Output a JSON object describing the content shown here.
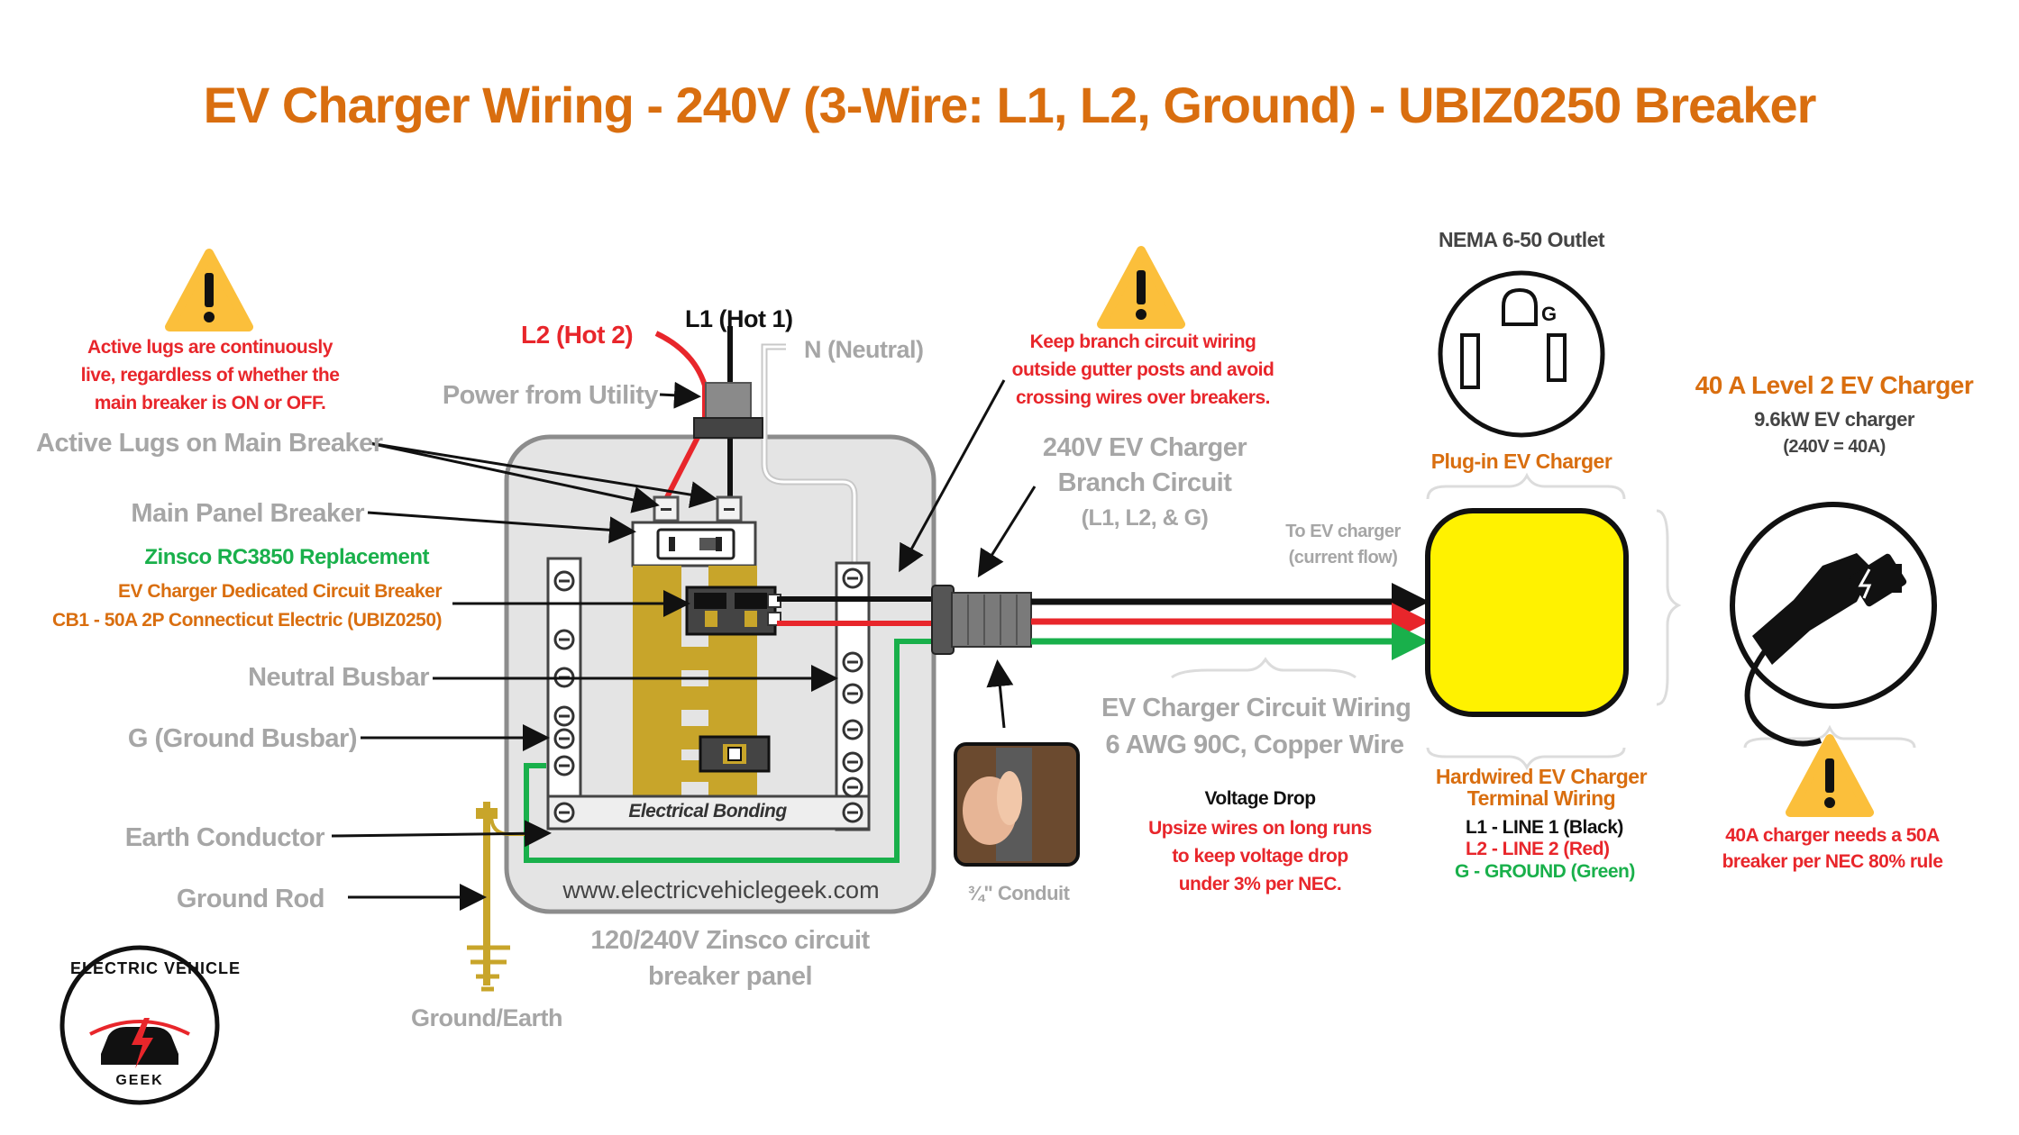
{
  "title": "EV Charger Wiring - 240V (3-Wire: L1, L2, Ground) - UBIZ0250 Breaker",
  "colors": {
    "title": "#d96e0f",
    "hot1": "#111111",
    "hot2": "#e8262b",
    "ground": "#19b04b",
    "neutral": "#c8c8c8",
    "busbar_gold": "#c8a52a",
    "charger_box": "#fff200",
    "panel_fill": "#e4e4e4"
  },
  "warnings": {
    "lugs": {
      "icon": "warning-icon",
      "lines": [
        "Active lugs are continuously",
        "live, regardless of whether the",
        "main breaker is ON or OFF."
      ]
    },
    "branch": {
      "icon": "warning-icon",
      "lines": [
        "Keep branch circuit wiring",
        "outside gutter posts and avoid",
        "crossing wires over breakers."
      ]
    },
    "breaker": {
      "icon": "warning-icon",
      "lines": [
        "40A charger needs a 50A",
        "breaker per NEC 80% rule"
      ]
    }
  },
  "service": {
    "l1": "L1 (Hot 1)",
    "l2": "L2 (Hot 2)",
    "neutral": "N (Neutral)",
    "power_from_utility": "Power from Utility"
  },
  "panel_labels": {
    "active_lugs": "Active Lugs on Main Breaker",
    "main_breaker": "Main Panel Breaker",
    "zinsco": "Zinsco RC3850 Replacement",
    "dedicated_1": "EV Charger Dedicated Circuit Breaker",
    "dedicated_2": "CB1 - 50A 2P Connecticut Electric (UBIZ0250)",
    "neutral_busbar": "Neutral Busbar",
    "ground_busbar": "G (Ground Busbar)",
    "earth_conductor": "Earth Conductor",
    "ground_rod": "Ground Rod",
    "ground_earth": "Ground/Earth",
    "electrical_bonding": "Electrical Bonding",
    "website": "www.electricvehiclegeek.com",
    "panel_caption_1": "120/240V Zinsco circuit",
    "panel_caption_2": "breaker panel"
  },
  "branch": {
    "title_1": "240V EV Charger",
    "title_2": "Branch Circuit",
    "title_3": "(L1, L2, & G)",
    "to_charger_1": "To EV charger",
    "to_charger_2": "(current flow)",
    "conduit": "¾\"  Conduit",
    "wiring_1": "EV Charger Circuit Wiring",
    "wiring_2": "6 AWG 90C, Copper Wire"
  },
  "voltage_drop": {
    "heading": "Voltage Drop",
    "lines": [
      "Upsize wires on long runs",
      "to keep voltage drop",
      "under 3% per NEC."
    ]
  },
  "outlet": {
    "title": "NEMA 6-50 Outlet",
    "ground_letter": "G",
    "caption": "Plug-in EV Charger"
  },
  "terminal": {
    "caption_1": "Hardwired EV Charger",
    "caption_2": "Terminal Wiring",
    "l1": "L1 - LINE 1 (Black)",
    "l2": "L2 - LINE 2 (Red)",
    "g": "G  - GROUND (Green)"
  },
  "charger": {
    "title": "40 A Level 2 EV Charger",
    "subtitle": "9.6kW EV charger",
    "spec": "(240V = 40A)",
    "icon": "ev-charger-plug-icon"
  },
  "logo": {
    "top": "ELECTRIC VEHICLE",
    "bottom": "GEEK",
    "icon": "car-bolt-icon"
  }
}
